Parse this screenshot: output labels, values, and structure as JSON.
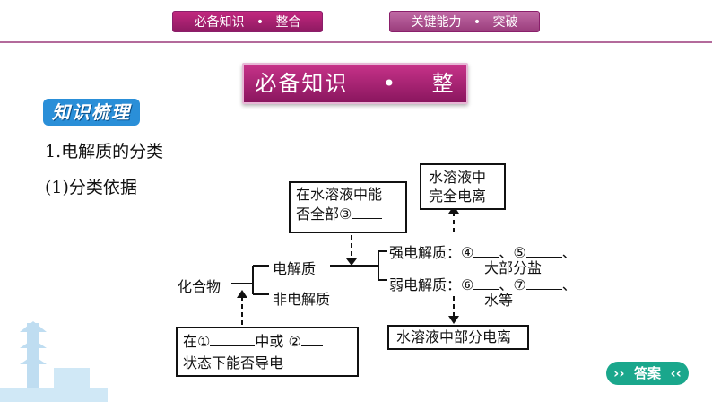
{
  "nav": {
    "tab1": {
      "left": "必备知识",
      "dot": "•",
      "right": "整合"
    },
    "tab2": {
      "left": "关键能力",
      "dot": "•",
      "right": "突破"
    }
  },
  "banner": {
    "left": "必备知识",
    "dot": "•",
    "right": "整"
  },
  "badge": {
    "label": "知识梳理"
  },
  "headings": {
    "h1": "1.电解质的分类",
    "h2": "(1)分类依据"
  },
  "diagram": {
    "criterion_box": {
      "line1": "在水溶液中能",
      "line2_prefix": "否全部③"
    },
    "full_ion_box": {
      "line1": "水溶液中",
      "line2": "完全电离"
    },
    "compound": "化合物",
    "electrolyte": "电解质",
    "non_electrolyte": "非电解质",
    "strong": {
      "label": "强电解质：",
      "n4": "④",
      "sep1": "、",
      "n5": "⑤",
      "sep2": "、",
      "line2": "大部分盐"
    },
    "weak": {
      "label": "弱电解质：",
      "n6": "⑥",
      "sep1": "、",
      "n7": "⑦",
      "sep2": "、",
      "line2": "水等"
    },
    "partial_ion_box": {
      "text": "水溶液中部分电离"
    },
    "conduct_box": {
      "p1": "在①",
      "p2": "中或 ②",
      "line2": "状态下能否导电"
    }
  },
  "answer_button": {
    "left": "››",
    "label": "答案",
    "right": "‹‹"
  },
  "colors": {
    "accent": "#a8226f",
    "badge": "#2a8fd8",
    "answer": "#1aa78c"
  }
}
